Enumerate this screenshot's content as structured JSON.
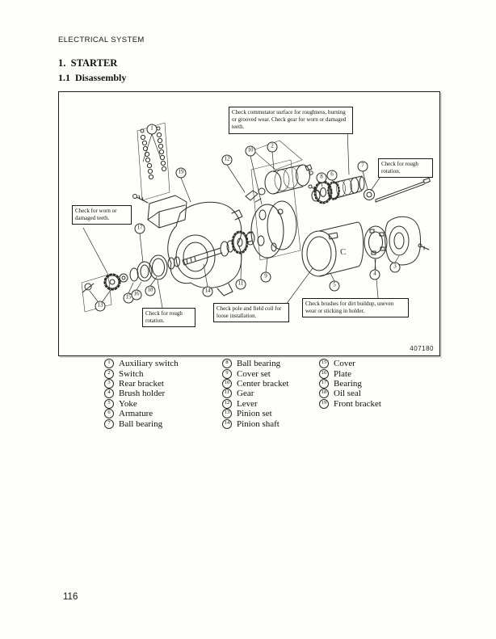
{
  "page": {
    "header": "ELECTRICAL SYSTEM",
    "section_title": "1.  STARTER",
    "subsection_title": "1.1  Disassembly",
    "page_number": "116"
  },
  "figure": {
    "fig_number": "407180",
    "yoke_mark": "C",
    "notes": {
      "commutator": "Check commutator surface for roughness, burning or grooved wear.  Check gear for worn or damaged teeth.",
      "rough_rotation_right": "Check for rough rotation.",
      "worn_teeth": "Check for worn or damaged teeth.",
      "rough_rotation_left": "Check for rough rotation.",
      "pole_field": "Check pole and field coil for loose installation.",
      "brushes": "Check brushes for dirt buildup, uneven wear or sticking in holder."
    },
    "callout_numbers": [
      "1",
      "2",
      "3",
      "4",
      "5",
      "6",
      "7",
      "8",
      "9",
      "10",
      "11",
      "12",
      "13",
      "14",
      "15",
      "16",
      "17",
      "18",
      "19"
    ]
  },
  "parts": [
    {
      "num": "1",
      "label": "Auxiliary switch"
    },
    {
      "num": "2",
      "label": "Switch"
    },
    {
      "num": "3",
      "label": "Rear bracket"
    },
    {
      "num": "4",
      "label": "Brush holder"
    },
    {
      "num": "5",
      "label": "Yoke"
    },
    {
      "num": "6",
      "label": "Armature"
    },
    {
      "num": "7",
      "label": "Ball bearing"
    },
    {
      "num": "8",
      "label": "Ball bearing"
    },
    {
      "num": "9",
      "label": "Cover set"
    },
    {
      "num": "10",
      "label": "Center bracket"
    },
    {
      "num": "11",
      "label": "Gear"
    },
    {
      "num": "12",
      "label": "Lever"
    },
    {
      "num": "13",
      "label": "Pinion set"
    },
    {
      "num": "14",
      "label": "Pinion shaft"
    },
    {
      "num": "15",
      "label": "Cover"
    },
    {
      "num": "16",
      "label": "Plate"
    },
    {
      "num": "17",
      "label": "Bearing"
    },
    {
      "num": "18",
      "label": "Oil seal"
    },
    {
      "num": "19",
      "label": "Front bracket"
    }
  ]
}
